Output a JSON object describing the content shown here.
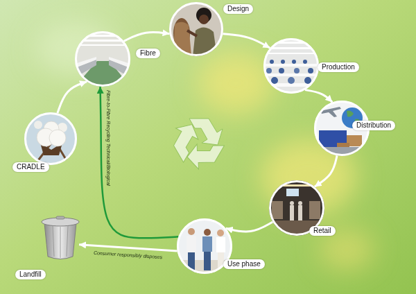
{
  "diagram": {
    "nodes": [
      {
        "text": [
          "CRADLE"
        ]
      },
      {
        "text": [
          "Fibre"
        ]
      },
      {
        "text": [
          "Design"
        ]
      },
      {
        "text": [
          "Production"
        ]
      },
      {
        "text": [
          "Distribution"
        ]
      },
      {
        "text": [
          "Retail"
        ]
      },
      {
        "text": [
          "Use phase"
        ]
      },
      {
        "text": [
          "Landfill"
        ]
      }
    ],
    "edges": [
      {
        "from": 0,
        "to": 1,
        "arrow": "to"
      },
      {
        "from": 1,
        "to": 2,
        "arrow": "to"
      },
      {
        "from": 2,
        "to": 3,
        "arrow": "to"
      },
      {
        "from": 3,
        "to": 4,
        "arrow": "to"
      },
      {
        "from": 4,
        "to": 5,
        "arrow": "to"
      },
      {
        "from": 5,
        "to": 6,
        "arrow": "to"
      },
      {
        "from": 6,
        "to": 1,
        "label": "Fibre-to-Fibre Recycling Technical/Biological",
        "arrow": "to"
      },
      {
        "from": 6,
        "to": 7,
        "label": "Consumer responsibly disposes",
        "arrow": "to"
      }
    ]
  }
}
